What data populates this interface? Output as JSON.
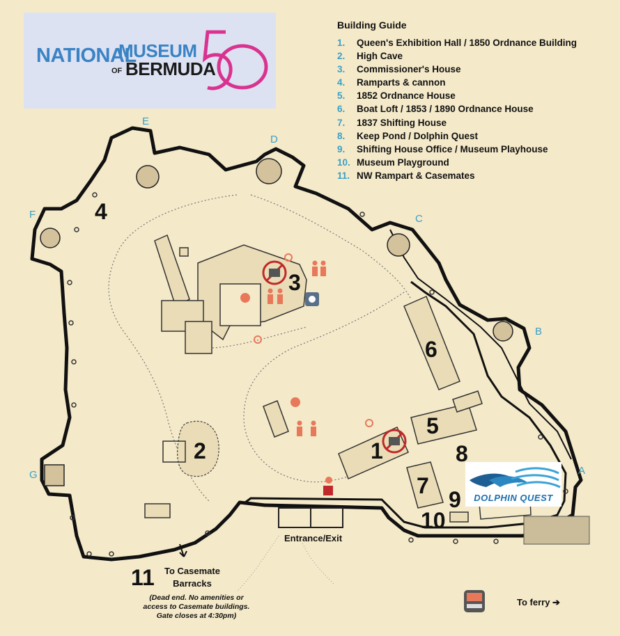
{
  "logo": {
    "line1": "NATIONAL",
    "line1b": "MUSEUM",
    "of": "OF",
    "line2": "BERMUDA",
    "anniversary": "50",
    "colors": {
      "blue": "#3a83c4",
      "magenta": "#d9338f"
    }
  },
  "guide": {
    "title": "Building Guide",
    "items": [
      {
        "num": "1.",
        "label": "Queen's Exhibition Hall / 1850 Ordnance Building"
      },
      {
        "num": "2.",
        "label": "High Cave"
      },
      {
        "num": "3.",
        "label": "Commissioner's House"
      },
      {
        "num": "4.",
        "label": "Ramparts & cannon"
      },
      {
        "num": "5.",
        "label": "1852 Ordnance House"
      },
      {
        "num": "6.",
        "label": "Boat Loft / 1853 / 1890 Ordnance House"
      },
      {
        "num": "7.",
        "label": "1837 Shifting House"
      },
      {
        "num": "8.",
        "label": "Keep Pond / Dolphin Quest"
      },
      {
        "num": "9.",
        "label": "Shifting House Office / Museum Playhouse"
      },
      {
        "num": "10.",
        "label": "Museum Playground"
      },
      {
        "num": "11.",
        "label": "NW Rampart & Casemates"
      }
    ]
  },
  "map_labels": {
    "n1": "1",
    "n2": "2",
    "n3": "3",
    "n4": "4",
    "n5": "5",
    "n6": "6",
    "n7": "7",
    "n8": "8",
    "n9": "9",
    "n10": "10",
    "n11": "11",
    "A": "A",
    "B": "B",
    "C": "C",
    "D": "D",
    "E": "E",
    "F": "F",
    "G": "G"
  },
  "entrance": "Entrance/Exit",
  "casemate": {
    "line1": "To Casemate",
    "line2": "Barracks"
  },
  "dead_end_note": "(Dead end. No amenities or access to Casemate buildings. Gate closes at 4:30pm)",
  "ferry": "To ferry ➔",
  "dolphin_quest": "DOLPHIN QUEST",
  "colors": {
    "background": "#f4e9c9",
    "wall": "#111111",
    "building": "#d9cba3",
    "amenity": "#e8785a",
    "letter": "#3aa0c8"
  }
}
